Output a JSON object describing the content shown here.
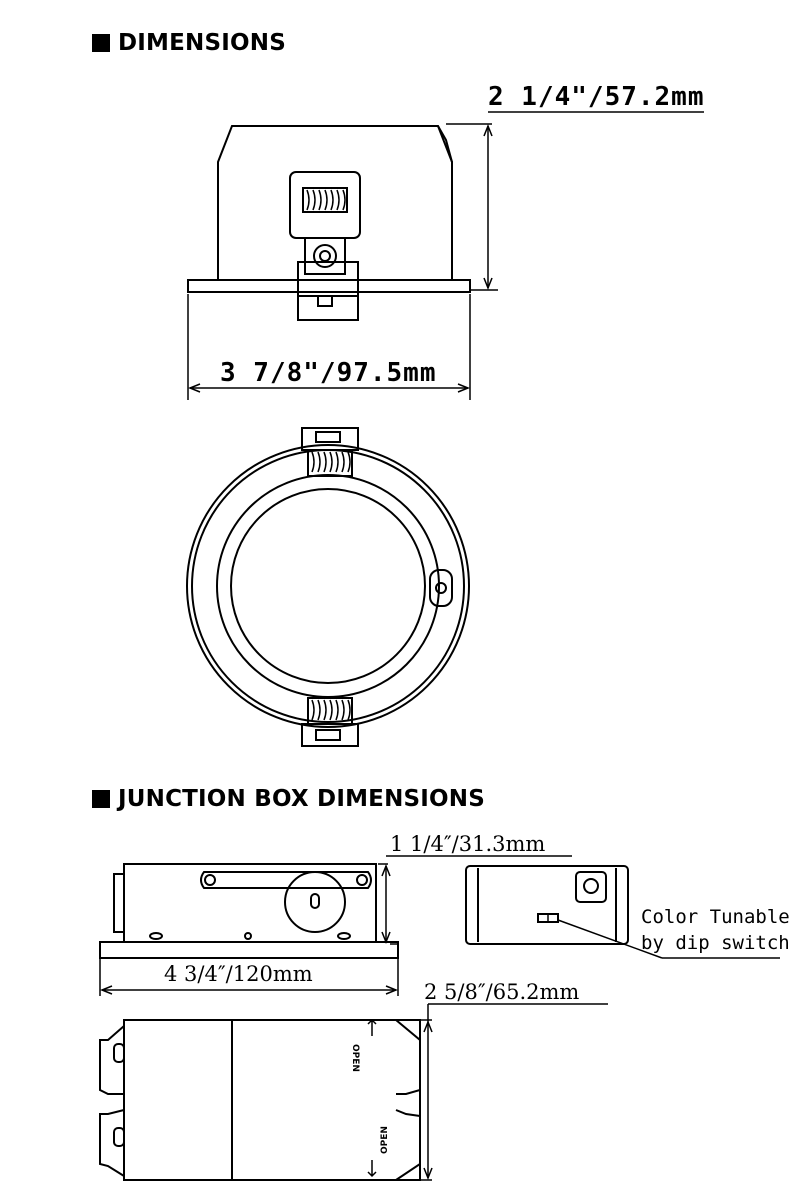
{
  "headings": {
    "dimensions": "DIMENSIONS",
    "junction_box": "JUNCTION BOX DIMENSIONS"
  },
  "downlight": {
    "height_label": "2 1/4\"/57.2mm",
    "width_label": "3 7/8\"/97.5mm"
  },
  "junction_box": {
    "height_label": "1 1/4″/31.3mm",
    "length_label": "4 3/4″/120mm",
    "width_label": "2 5/8″/65.2mm",
    "callout_line1": "Color Tunable",
    "callout_line2": "by dip switch",
    "open_label": "OPEN"
  }
}
